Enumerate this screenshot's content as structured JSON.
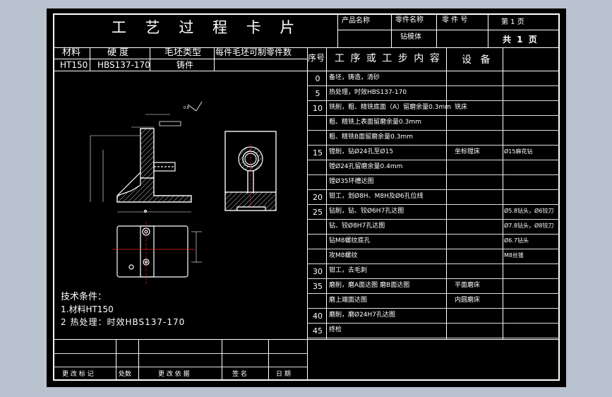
{
  "header": {
    "title": "工 艺 过 程 卡 片",
    "product_name_label": "产品名称",
    "part_name_label": "零件名称",
    "part_no_label": "零 件 号",
    "sheet_label": "第 1 页",
    "part_name_value": "钻模体",
    "total_label": "共 1 页"
  },
  "material_block": {
    "headers": [
      "材料",
      "硬 度",
      "毛坯类型",
      "每件毛坯可制零件数"
    ],
    "values": [
      "HT150",
      "HBS137-170",
      "铸件",
      ""
    ]
  },
  "process_table": {
    "headers": {
      "no": "序号",
      "content": "工 序 或 工 步 内 容",
      "equipment": "设 备"
    },
    "rows": [
      {
        "no": "0",
        "content": "备坯，铸造，清砂",
        "equipment": "",
        "tool": ""
      },
      {
        "no": "5",
        "content": "热处理，时效HBS137-170",
        "equipment": "",
        "tool": ""
      },
      {
        "no": "10",
        "content": "铣削，粗、精铣底面（A）留磨余量0.3mm",
        "equipment": "铣床",
        "tool": ""
      },
      {
        "no": "",
        "content": "粗、精铣上表面留磨余量0.3mm",
        "equipment": "",
        "tool": ""
      },
      {
        "no": "",
        "content": "粗、精铣B面留磨余量0.3mm",
        "equipment": "",
        "tool": ""
      },
      {
        "no": "15",
        "content": "镗削，钻Ø24孔至Ø15",
        "equipment": "坐标镗床",
        "tool": "Ø15麻花钻"
      },
      {
        "no": "",
        "content": "镗Ø24孔留磨余量0.4mm",
        "equipment": "",
        "tool": ""
      },
      {
        "no": "",
        "content": "镗Ø35环槽达图",
        "equipment": "",
        "tool": ""
      },
      {
        "no": "20",
        "content": "钳工，划Ø8H、M8H及Ø6孔位线",
        "equipment": "",
        "tool": ""
      },
      {
        "no": "25",
        "content": "钻削，钻、铰Ø6H7孔达图",
        "equipment": "",
        "tool": "Ø5.8钻头，Ø6铰刀"
      },
      {
        "no": "",
        "content": "钻、铰Ø8H7孔达图",
        "equipment": "",
        "tool": "Ø7.8钻头，Ø8铰刀"
      },
      {
        "no": "",
        "content": "钻M8螺纹底孔",
        "equipment": "",
        "tool": "Ø6.7钻头"
      },
      {
        "no": "",
        "content": "攻M8螺纹",
        "equipment": "",
        "tool": "M8丝锥"
      },
      {
        "no": "30",
        "content": "钳工，去毛刺",
        "equipment": "",
        "tool": ""
      },
      {
        "no": "35",
        "content": "磨削，磨A面达图   磨B面达图",
        "equipment": "平面磨床",
        "tool": ""
      },
      {
        "no": "",
        "content": "磨上端面达图",
        "equipment": "内圆磨床",
        "tool": ""
      },
      {
        "no": "40",
        "content": "磨削，磨Ø24H7孔达图",
        "equipment": "",
        "tool": ""
      },
      {
        "no": "45",
        "content": "终检",
        "equipment": "",
        "tool": ""
      }
    ]
  },
  "notes": {
    "title": "技术条件：",
    "lines": [
      "1.材料HT150",
      "2 热处理：时效HBS137-170"
    ]
  },
  "footer": {
    "labels": [
      "更 改 标 记",
      "处数",
      "更 改 依 据",
      "签 名",
      "日 期"
    ]
  },
  "colors": {
    "line": "#ffffff",
    "background": "#000000",
    "cad_bg": "#b9c2cf",
    "cut_red": "#ff2020"
  }
}
